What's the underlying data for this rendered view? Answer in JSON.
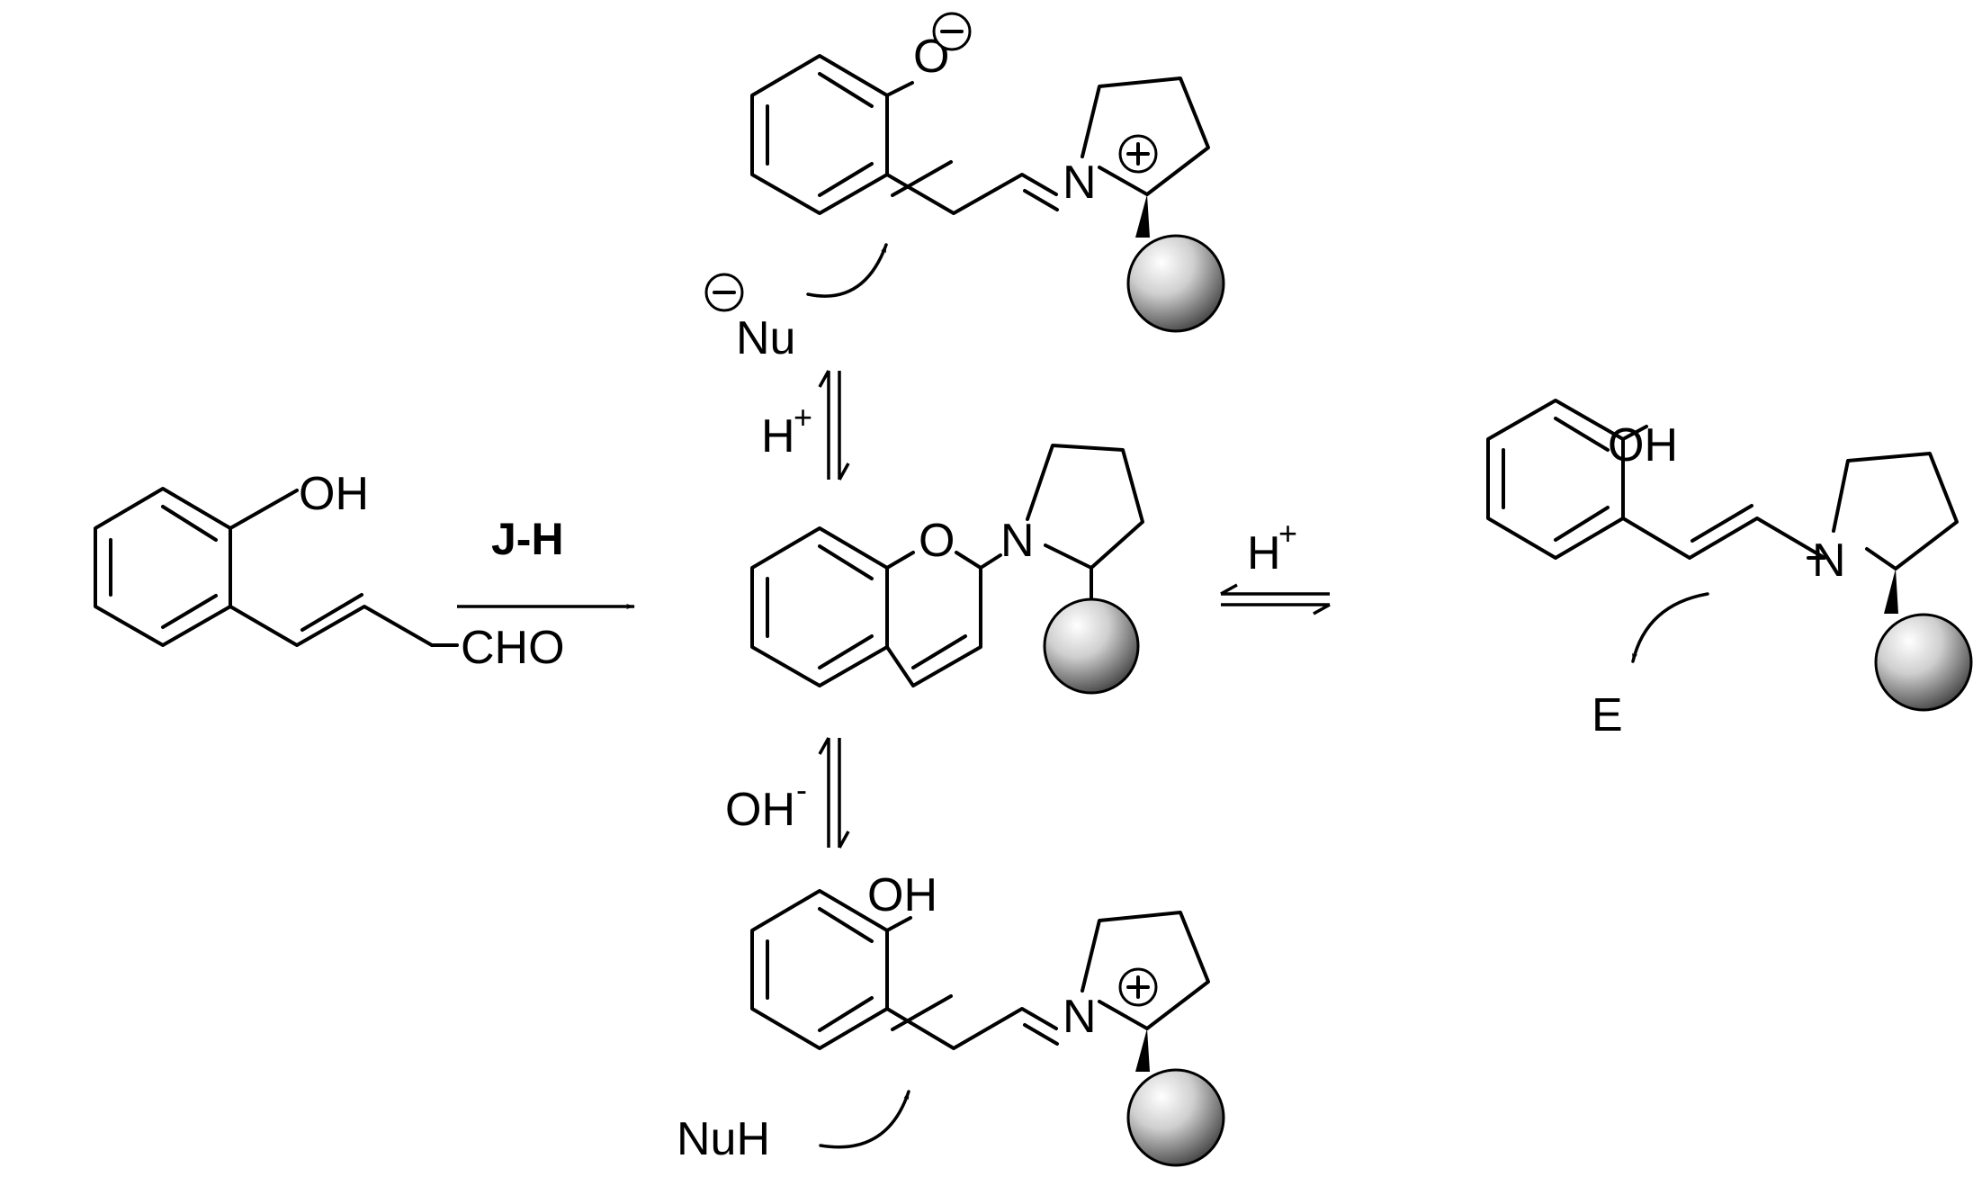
{
  "reagent": "J-H",
  "labels": {
    "oh": "OH",
    "o": "O",
    "cho": "CHO",
    "n": "N",
    "nu": "Nu",
    "nuh": "NuH",
    "e": "E",
    "h": "H",
    "plus": "+",
    "oh_ion": "OH",
    "minus": "-"
  },
  "colors": {
    "ink": "#000000",
    "sphere_highlight": "#ffffff",
    "sphere_shadow": "#4a4a4a"
  }
}
